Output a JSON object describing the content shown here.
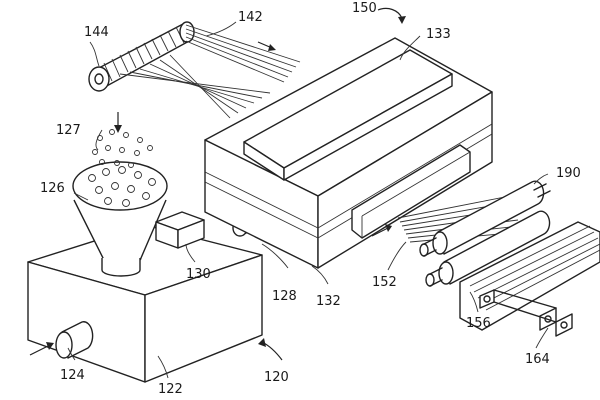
{
  "labels": {
    "l144": "144",
    "l142": "142",
    "l150": "150",
    "l133": "133",
    "l127": "127",
    "l126": "126",
    "l130": "130",
    "l128": "128",
    "l132": "132",
    "l152": "152",
    "l190": "190",
    "l156": "156",
    "l164": "164",
    "l124": "124",
    "l122": "122",
    "l120": "120"
  }
}
